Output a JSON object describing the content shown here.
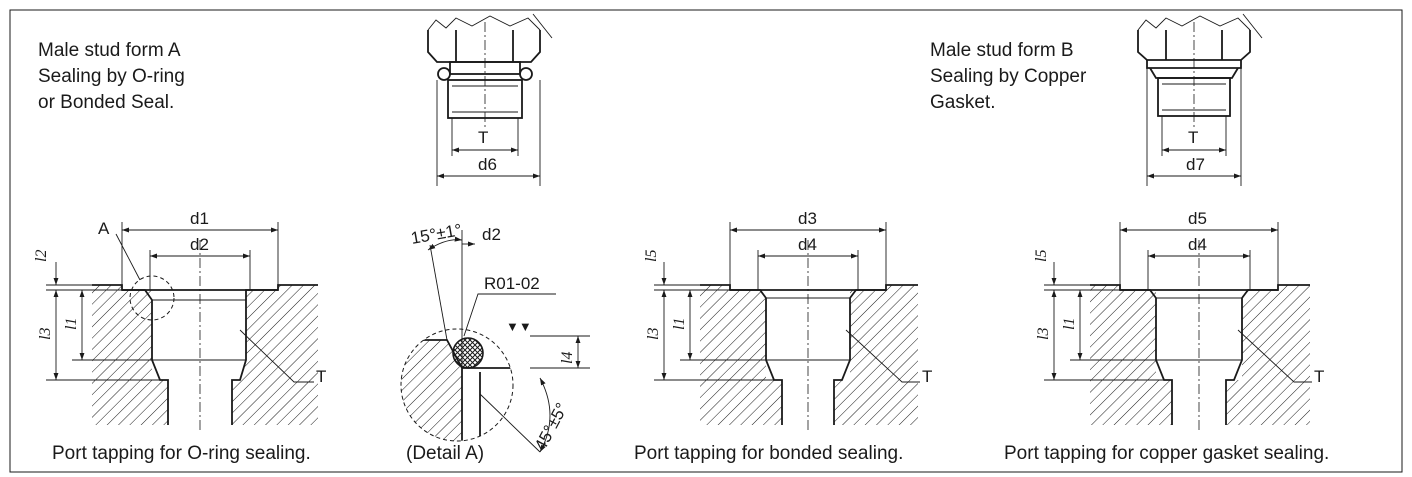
{
  "form_a": {
    "title": "Male stud form A",
    "line2": "Sealing by O-ring",
    "line3": "or Bonded Seal.",
    "label_T": "T",
    "label_d6": "d6"
  },
  "form_b": {
    "title": "Male stud form B",
    "line2": "Sealing by Copper",
    "line3": "Gasket.",
    "label_T": "T",
    "label_d7": "d7"
  },
  "port_oring": {
    "caption": "Port tapping for O-ring sealing.",
    "label_A": "A",
    "d1": "d1",
    "d2": "d2",
    "l1": "l1",
    "l2": "l2",
    "l3": "l3",
    "T": "T"
  },
  "detail_a": {
    "caption": "(Detail A)",
    "angle_top": "15°±1°",
    "d2": "d2",
    "radius": "R01-02",
    "finish": "▼▼",
    "l4": "l4",
    "angle_bottom": "45°±5°"
  },
  "port_bonded": {
    "caption": "Port tapping for bonded sealing.",
    "d3": "d3",
    "d4": "d4",
    "l1": "l1",
    "l3": "l3",
    "l5": "l5",
    "T": "T"
  },
  "port_copper": {
    "caption": "Port tapping for copper gasket sealing.",
    "d5": "d5",
    "d4": "d4",
    "l1": "l1",
    "l3": "l3",
    "l5": "l5",
    "T": "T"
  }
}
